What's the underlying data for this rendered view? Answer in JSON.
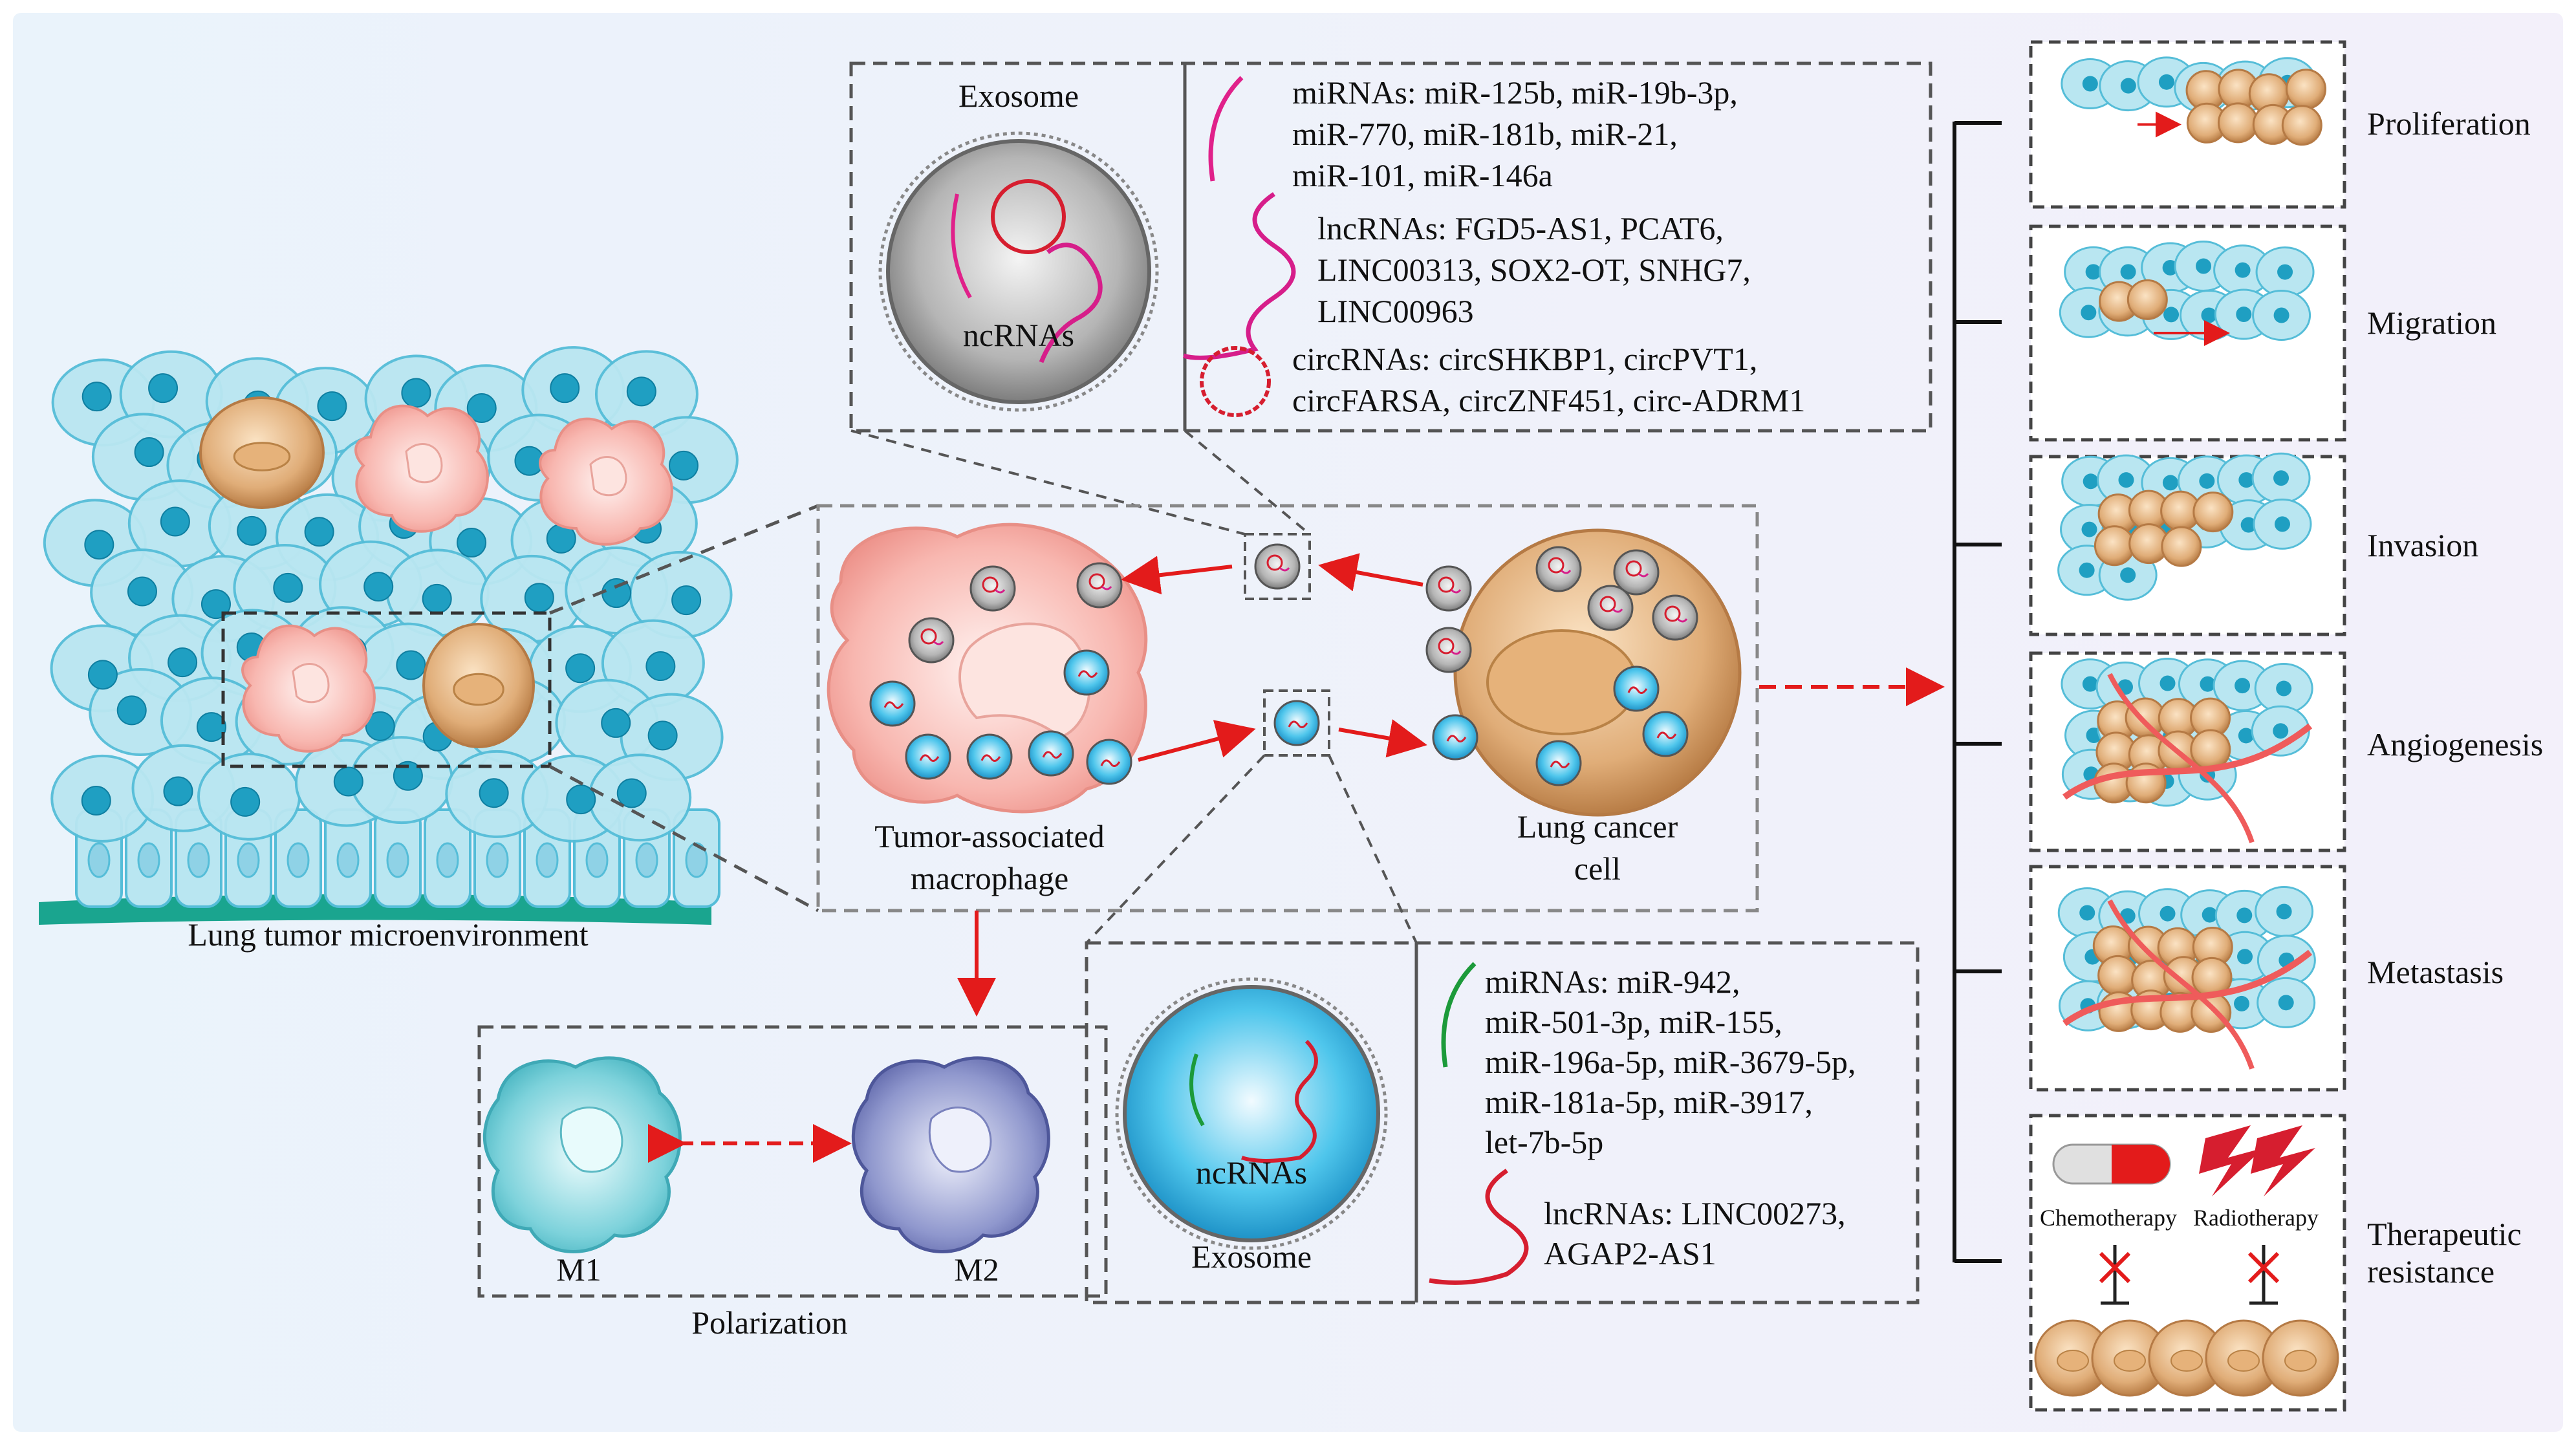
{
  "colors": {
    "background": "#eef2fb",
    "epithelial": "#b9e6f1",
    "epithelial_edge": "#55bdd8",
    "nucleus": "#1f9fc2",
    "cancer_cell": "#d9a470",
    "macrophage": "#f7b2ae",
    "m1": "#7fd3dc",
    "m2": "#8b93c9",
    "arrow": "#e31b1b",
    "mirna_magenta": "#e0218a",
    "mirna_green": "#1c9a3a",
    "box_border": "#555555"
  },
  "labels": {
    "tme": "Lung tumor microenvironment",
    "tam_line1": "Tumor-associated",
    "tam_line2": "macrophage",
    "lcc_line1": "Lung cancer",
    "lcc_line2": "cell",
    "m1": "M1",
    "m2": "M2",
    "polarization": "Polarization"
  },
  "exosome_top": {
    "title": "Exosome",
    "core_label": "ncRNAs",
    "mirna_lines": [
      "miRNAs: miR-125b, miR-19b-3p,",
      "miR-770, miR-181b, miR-21,",
      "miR-101, miR-146a"
    ],
    "lncrna_lines": [
      "lncRNAs: FGD5-AS1, PCAT6,",
      "LINC00313, SOX2-OT, SNHG7,",
      "LINC00963"
    ],
    "circrna_lines": [
      "circRNAs: circSHKBP1, circPVT1,",
      "circFARSA, circZNF451, circ-ADRM1"
    ]
  },
  "exosome_bottom": {
    "title": "Exosome",
    "core_label": "ncRNAs",
    "mirna_lines": [
      "miRNAs: miR-942,",
      "miR-501-3p, miR-155,",
      "miR-196a-5p, miR-3679-5p,",
      "miR-181a-5p, miR-3917,",
      "let-7b-5p"
    ],
    "lncrna_lines": [
      "lncRNAs: LINC00273,",
      "AGAP2-AS1"
    ]
  },
  "outcomes": [
    {
      "label": "Proliferation"
    },
    {
      "label": "Migration"
    },
    {
      "label": "Invasion"
    },
    {
      "label": "Angiogenesis"
    },
    {
      "label": "Metastasis"
    },
    {
      "label": "Therapeutic\nresistance"
    }
  ],
  "therapy": {
    "chemo": "Chemotherapy",
    "radio": "Radiotherapy"
  }
}
